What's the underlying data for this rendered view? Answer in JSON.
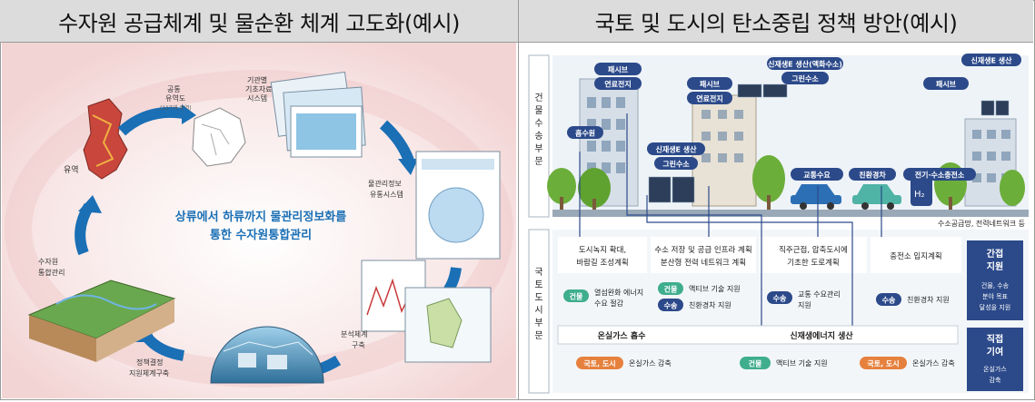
{
  "left_panel": {
    "title": "수자원 공급체계 및 물순환 체계 고도화(예시)",
    "center_line1": "상류에서 하류까지 물관리정보화를",
    "center_line2": "통한 수자원통합관리",
    "labels": {
      "basin": "유역",
      "public_basin_1": "공통",
      "public_basin_2": "유역도",
      "public_basin_3": "(117개 권역)",
      "water_system_1": "기관별",
      "water_system_2": "기초자료",
      "water_system_3": "시스템",
      "info_system_1": "물관리정보",
      "info_system_2": "유통시스템",
      "analysis_1": "분석체계",
      "analysis_2": "구축",
      "decision_1": "정책결정",
      "decision_2": "지원체계구축",
      "integrated_1": "수자원",
      "integrated_2": "통합관리"
    },
    "colors": {
      "arrow": "#1a6fb5",
      "text_blue": "#1a6fb5",
      "bg": "#f6dede"
    }
  },
  "right_panel": {
    "title": "국토 및 도시의 탄소중립 정책 방안(예시)",
    "side_labels": {
      "building": "건물수송부문",
      "land": "국토도시부문"
    },
    "top_tags": {
      "passive1_a": "패시브",
      "passive1_b": "연료전지",
      "passive2_a": "패시브",
      "passive2_b": "연료전지",
      "newE_prod": "신재생E 생산(액화수소)",
      "green_h2": "그린수소",
      "newE_right": "신재생E 생산",
      "passive_right": "패시브",
      "absorb": "흡수원",
      "newE_mid": "신재생E 생산",
      "green_h2_mid": "그린수소",
      "traffic": "교통수요",
      "eco_car": "친환경차",
      "ev_station": "전기·수소충전소",
      "supply_net": "수소공급망, 전력네트워크 등"
    },
    "policies": [
      {
        "line1": "도시녹지 확대,",
        "line2": "바람길 조성계획"
      },
      {
        "line1": "수소 저장 및 공급 인프라 계획",
        "line2": "분산형 전력 네트워크 계획"
      },
      {
        "line1": "직주근접, 압축도시에",
        "line2": "기초한 도로계획"
      },
      {
        "line1": "충전소 입지계획",
        "line2": ""
      }
    ],
    "indirect": {
      "title1": "간접",
      "title2": "지원",
      "desc1": "건물, 수송",
      "desc2": "분야 목표",
      "desc3": "달성을 지원"
    },
    "supports": {
      "b1_tag": "건물",
      "b1_text1": "열섬완화 에너지",
      "b1_text2": "수요 절감",
      "b2_tag": "건물",
      "b2_text": "액티브 기술 지원",
      "t2_tag": "수송",
      "t2_text": "친환경차 지원",
      "t3_tag": "수송",
      "t3_text1": "교통 수요관리",
      "t3_text2": "지원",
      "t4_tag": "수송",
      "t4_text": "친환경차 지원"
    },
    "bottom": {
      "ghg": "온실가스 흡수",
      "renew": "신재생에너지 생산",
      "land_tag": "국토, 도시",
      "land_text": "온실가스 감축",
      "bld_tag": "건물",
      "bld_text": "액티브 기술 지원",
      "land_tag2": "국토, 도시",
      "land_text2": "온실가스 감축"
    },
    "direct": {
      "title1": "직접",
      "title2": "기여",
      "desc1": "온실가스",
      "desc2": "감축"
    },
    "colors": {
      "navy": "#2c4a8a",
      "tag_green": "#3fae8c",
      "tag_navy": "#2c4a8a",
      "tag_orange": "#e6813d",
      "road": "#9aa9b7"
    }
  }
}
